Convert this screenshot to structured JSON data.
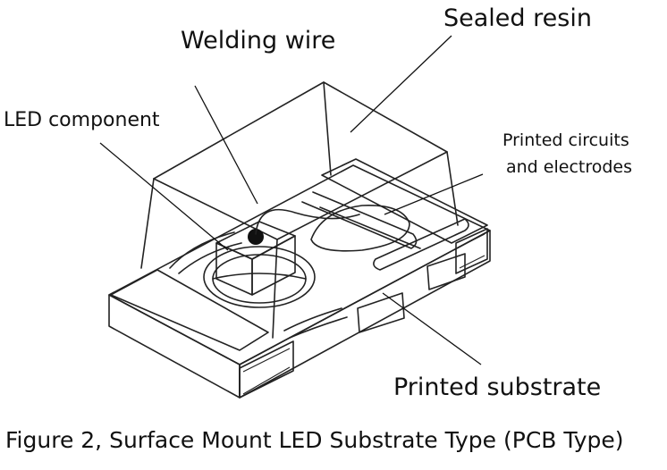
{
  "labels": {
    "sealed_resin": "Sealed resin",
    "welding_wire": "Welding wire",
    "led_component": "LED component",
    "printed_circuits_line1": "Printed circuits",
    "printed_circuits_line2": "and electrodes",
    "printed_substrate": "Printed substrate"
  },
  "caption": "Figure 2, Surface Mount LED Substrate Type (PCB Type)"
}
